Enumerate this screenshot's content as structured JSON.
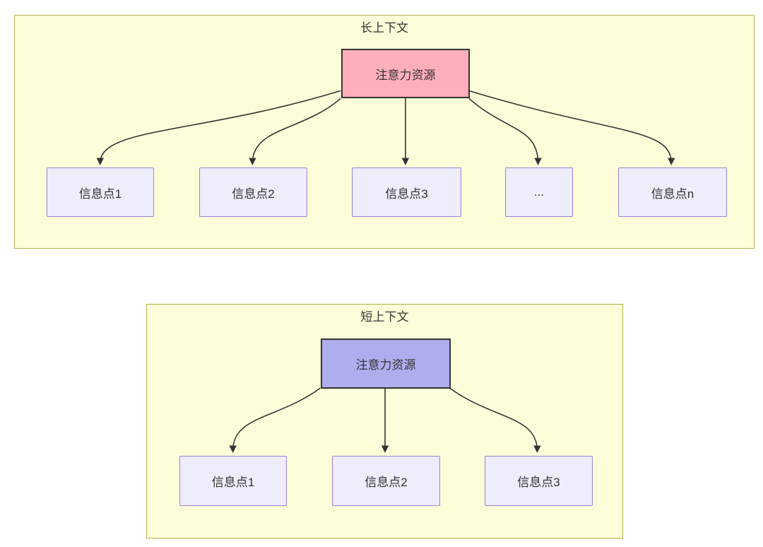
{
  "colors": {
    "page_bg": "#ffffff",
    "container_fill": "#fdfdd9",
    "container_border": "#b2b24e",
    "attention_long_fill": "#ffaebb",
    "attention_short_fill": "#aeaeee",
    "attention_border": "#333333",
    "node_fill": "#ededfc",
    "node_border": "#9b82d4",
    "arrow": "#333333",
    "text": "#333333"
  },
  "long_context": {
    "title": "长上下文",
    "attention_label": "注意力资源",
    "nodes": [
      {
        "label": "信息点1"
      },
      {
        "label": "信息点2"
      },
      {
        "label": "信息点3"
      },
      {
        "label": "..."
      },
      {
        "label": "信息点n"
      }
    ]
  },
  "short_context": {
    "title": "短上下文",
    "attention_label": "注意力资源",
    "nodes": [
      {
        "label": "信息点1"
      },
      {
        "label": "信息点2"
      },
      {
        "label": "信息点3"
      }
    ]
  }
}
